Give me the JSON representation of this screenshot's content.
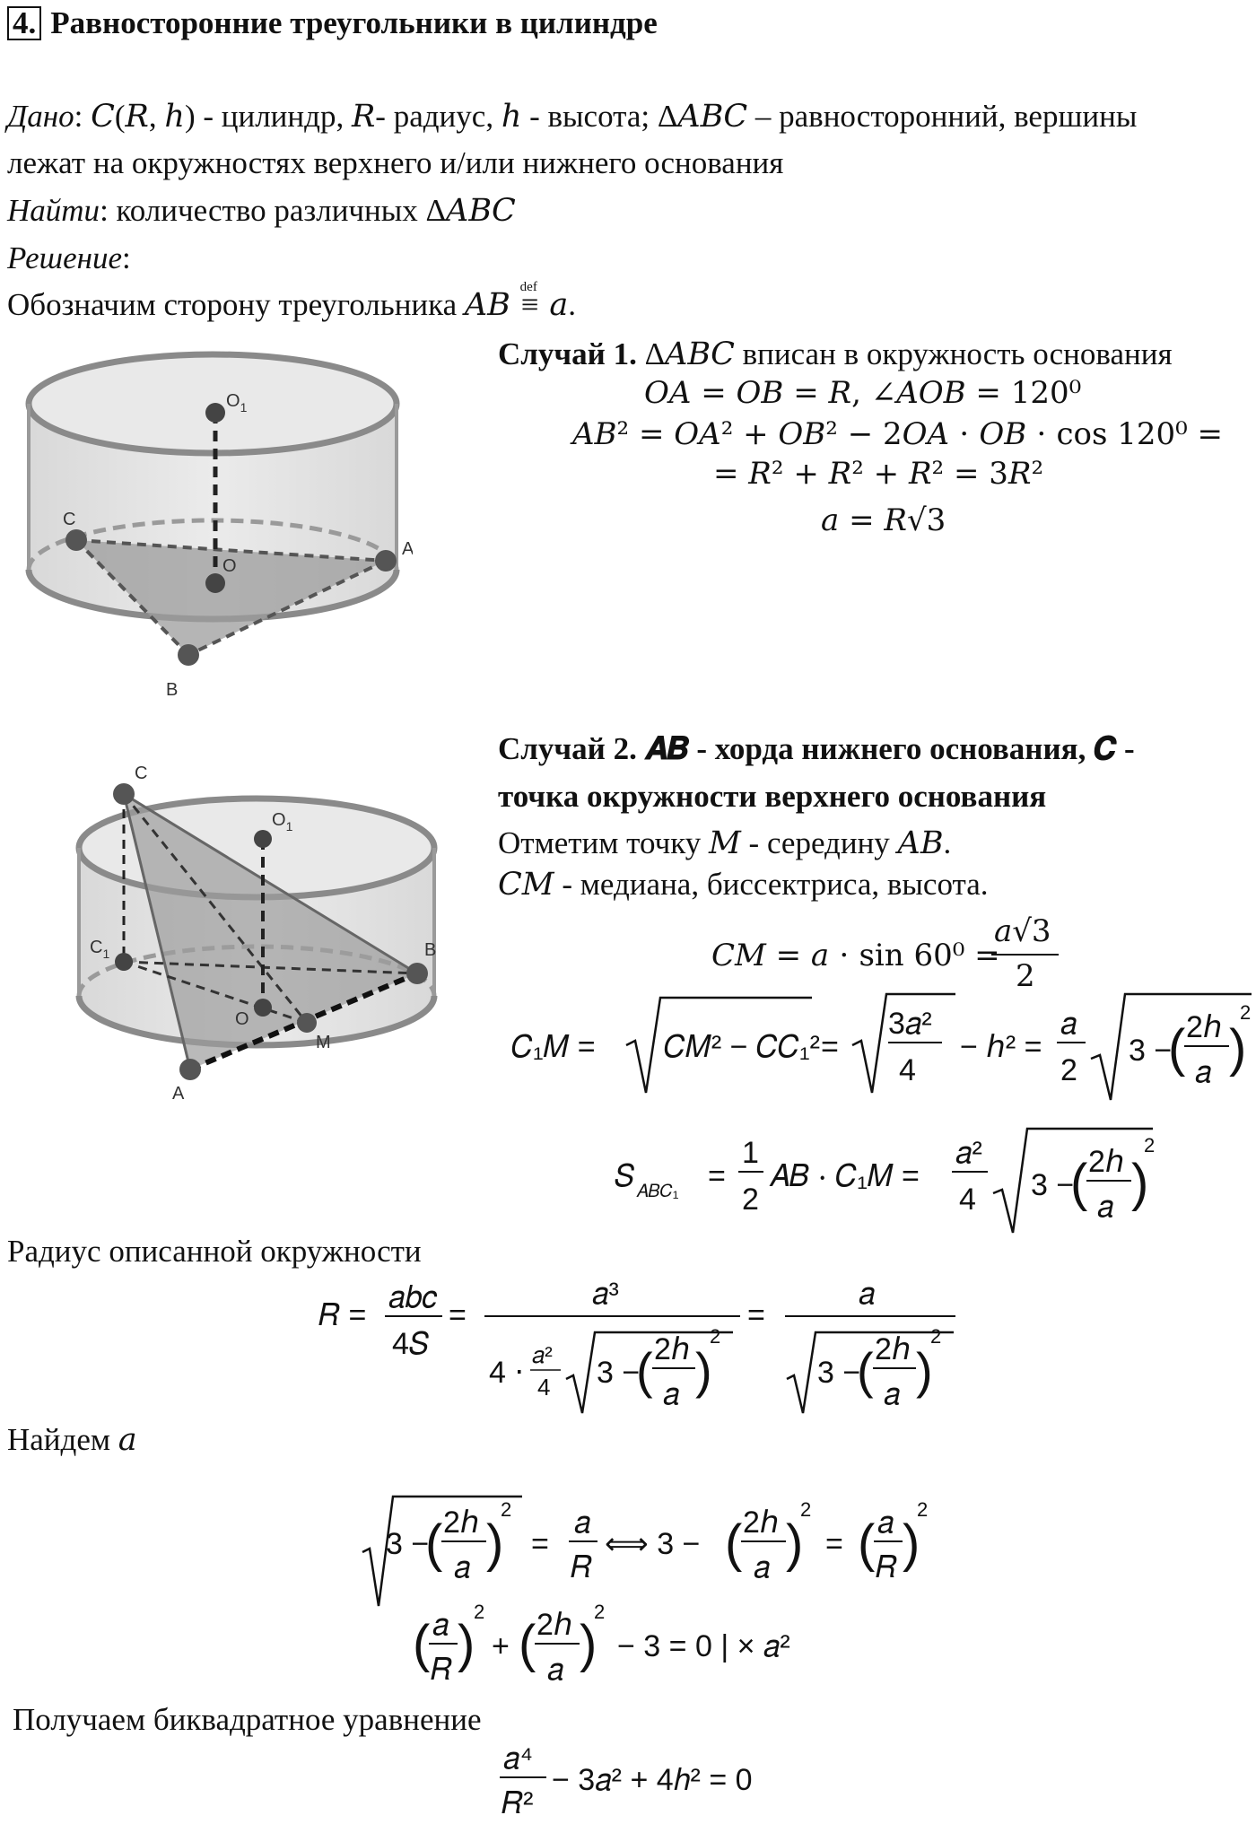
{
  "title": {
    "number": "4.",
    "text": "Равносторонние треугольники в цилиндре"
  },
  "given": {
    "label": "Дано",
    "line1": ": 𝐶(𝑅, ℎ) - цилиндр, 𝑅- радиус, ℎ - высота; Δ𝐴𝐵𝐶 – равносторонний, вершины",
    "line2": "лежат на окружностях верхнего и/или нижнего основания"
  },
  "find": {
    "label": "Найти",
    "text": ": количество различных Δ𝐴𝐵𝐶"
  },
  "solution": {
    "label": "Решение",
    "colon": ":"
  },
  "notation": {
    "text": "Обозначим сторону треугольника  𝐴𝐵 ",
    "def": "def",
    "tail": " 𝑎."
  },
  "case1": {
    "heading_bold": "Случай 1.",
    "heading_rest": " Δ𝐴𝐵𝐶 вписан в окружность основания",
    "eq1": "𝑂𝐴 = 𝑂𝐵 = 𝑅,       ∠𝐴𝑂𝐵 = 120⁰",
    "eq2": "𝐴𝐵² = 𝑂𝐴² + 𝑂𝐵² − 2𝑂𝐴 ⋅ 𝑂𝐵 ⋅ cos 120⁰ =",
    "eq3": "= 𝑅² + 𝑅² + 𝑅² = 3𝑅²",
    "eq4": "𝑎 = 𝑅√3",
    "figure_labels": {
      "o1": "O",
      "o1_sub": "1",
      "o": "O",
      "a": "A",
      "b": "B",
      "c": "C"
    }
  },
  "case2": {
    "heading_line1": "Случай 2. 𝑨𝑩 - хорда нижнего основания, 𝑪 -",
    "heading_line2": "точка окружности верхнего основания",
    "line1": "Отметим точку 𝑀 - середину 𝐴𝐵.",
    "line2": "𝐶𝑀 - медиана, биссектриса, высота.",
    "cm_lhs": "𝐶𝑀 = 𝑎 ⋅ sin 60⁰ =",
    "cm_num": "𝑎√3",
    "cm_den": "2",
    "c1m_lhs": "𝐶₁𝑀 =",
    "c1m_rad1": "𝐶𝑀² − 𝐶𝐶₁²",
    "eq_sign": "=",
    "c1m_num": "3𝑎²",
    "c1m_den": "4",
    "minus_h2": "− ℎ² =",
    "a_num": "𝑎",
    "two": "2",
    "three_minus": "3 −",
    "two_h": "2ℎ",
    "a_var": "𝑎",
    "sq": "2",
    "s_lhs": "𝑆",
    "s_sub": "𝐴𝐵𝐶₁",
    "s_eq": "=",
    "one": "1",
    "s_mid": "𝐴𝐵 ⋅ 𝐶₁𝑀 =",
    "a2": "𝑎²",
    "four": "4",
    "figure_labels": {
      "c": "C",
      "o1": "O",
      "o1_sub": "1",
      "c1": "C",
      "c1_sub": "1",
      "o": "O",
      "m": "M",
      "a": "A",
      "b": "B"
    }
  },
  "radius": {
    "text": "Радиус описанной окружности",
    "r_eq": "𝑅 =",
    "abc": "𝑎𝑏𝑐",
    "four_s": "4𝑆",
    "eq": "=",
    "a3": "𝑎³",
    "four_dot": "4 ⋅",
    "a": "𝑎"
  },
  "find_a": {
    "text": "Найдем  𝑎",
    "eq_a_over_r": "=",
    "a": "𝑎",
    "r": "𝑅",
    "iff": "⟺ 3 −",
    "eq_end": "=",
    "plus": "+",
    "tail": "− 3 = 0  | × 𝑎²"
  },
  "biquad": {
    "text": "Получаем биквадратное уравнение",
    "a4": "𝑎⁴",
    "r2": "𝑅²",
    "tail": "− 3𝑎² + 4ℎ² = 0"
  }
}
